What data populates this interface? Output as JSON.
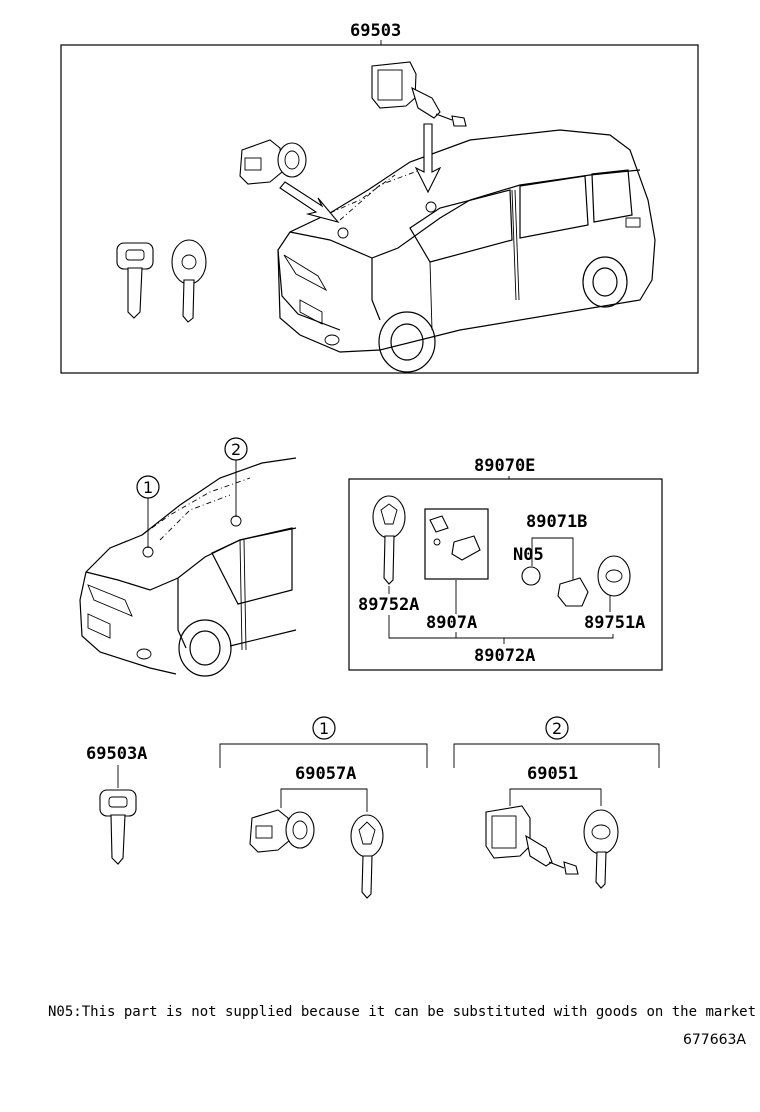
{
  "labels": {
    "top_assembly": "69503",
    "key_set": "89070E",
    "transmitter": "89071B",
    "n05": "N05",
    "key_left": "89752A",
    "sub_part": "8907A",
    "key_right": "89751A",
    "bottom_bar": "89072A",
    "spare_key": "69503A",
    "set_1": "69057A",
    "set_2": "69051"
  },
  "callouts": {
    "one": "1",
    "two": "2"
  },
  "footnote": "N05:This part is not supplied because it can be substituted with goods on the market",
  "figure_number": "677663A"
}
